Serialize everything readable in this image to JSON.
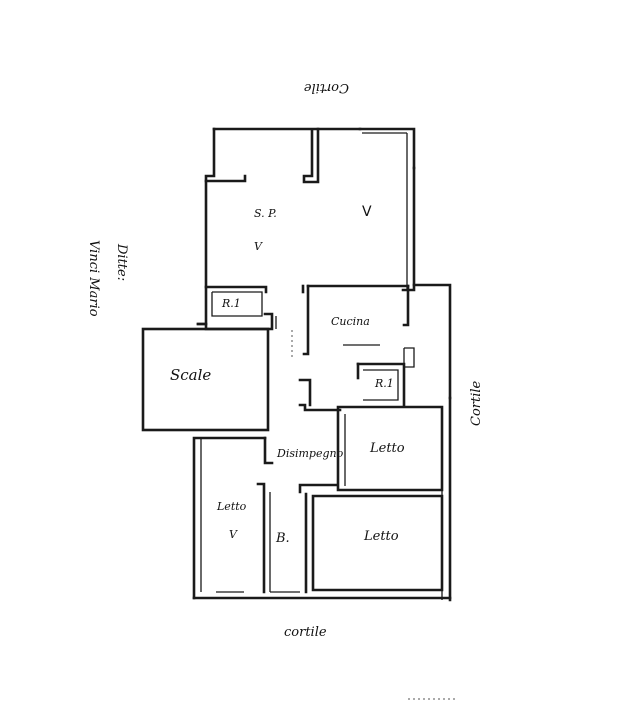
{
  "labels": {
    "cortile_top": "Cortile",
    "cortile_right": "Cortile",
    "cortile_bottom": "cortile",
    "ditte": "Ditte:",
    "owner": "Vinci Mario",
    "sp": "S. P.",
    "rip_1": "R.1",
    "cucina": "Cucina",
    "scale": "Scale",
    "ri_2": "R.1",
    "disimpegno": "Disimpegno",
    "letto_1": "Letto",
    "letto_2": "Letto",
    "letto_3": "Letto",
    "bagno": "B."
  }
}
